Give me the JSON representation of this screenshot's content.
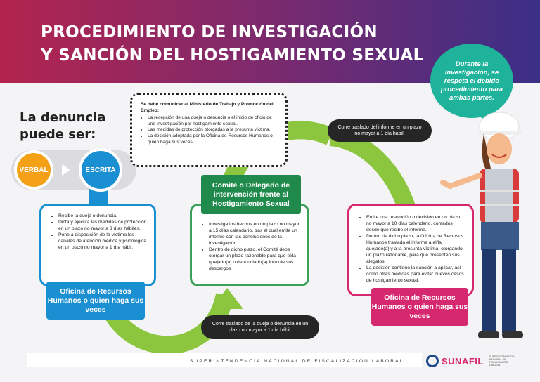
{
  "title": {
    "line1": "PROCEDIMIENTO DE INVESTIGACIÓN",
    "line2": "Y SANCIÓN DEL HOSTIGAMIENTO SEXUAL"
  },
  "callout": "Durante la investigación, se respeta el debido procedimiento para ambas partes.",
  "denuncia": {
    "line1": "La denuncia",
    "line2": "puede ser:"
  },
  "types": {
    "verbal": "VERBAL",
    "escrita": "ESCRITA"
  },
  "notice": {
    "heading": "Se debe comunicar al Ministerio de Trabajo y Promoción del Empleo:",
    "items": [
      "La recepción de una queja o denuncia o el inicio de oficio de una investigación por hostigamiento sexual.",
      "Las medidas de protección otorgadas a la presunta víctima.",
      "La decisión adoptada por la Oficina de Recursos Humanos o quien haga sus veces."
    ]
  },
  "step1": {
    "items": [
      "Recibe la queja o denuncia.",
      "Dicta y ejecuta las medidas de protección en un plazo no mayor a 3 días hábiles.",
      "Pone a disposición de la víctima los canales de atención médica y psicológica en un plazo no mayor a 1 día hábil."
    ],
    "label": "Oficina de Recursos Humanos o quien haga sus veces"
  },
  "step2": {
    "label": "Comité o Delegado de intervención frente al Hostigamiento Sexual",
    "items": [
      "Investiga los hechos en un plazo no mayor a 15 días calendario, tras el cual emite un informe con las conclusiones de la investigación.",
      "Dentro de dicho plazo, el Comité debe otorgar un plazo razonable para que el/la quejado(a) o denunciado(a) formule sus descargos"
    ]
  },
  "step3": {
    "items": [
      "Emite una resolución o decisión en un plazo no mayor a 10 días calendario, contados desde que recibe el informe.",
      "Dentro de dicho plazo, la Oficina de Recursos Humanos traslada el informe a el/la quejado(a) y a la presunta víctima, otorgando un plazo razonable, para que presenten sus alegatos",
      "La decisión contiene la sanción a aplicar, así como otras medidas para evitar nuevos casos de hostigamiento sexual."
    ],
    "label": "Oficina de Recursos Humanos o quien haga sus veces"
  },
  "transfer_top": "Corre traslado del informe en un plazo no mayor a 1 día hábil.",
  "transfer_bottom": "Corre traslado de la queja o denuncia en un plazo no mayor a 1 día hábil.",
  "footer": "SUPERINTENDENCIA NACIONAL DE FISCALIZACIÓN LABORAL",
  "logo": {
    "name": "SUNAFIL",
    "small": "SUPERINTENDENCIA NACIONAL DE FISCALIZACIÓN LABORAL"
  },
  "colors": {
    "blue": "#1a8fd1",
    "green": "#1f8a4c",
    "pink": "#d6286e",
    "teal": "#1fb39b",
    "orange": "#f4a118"
  }
}
